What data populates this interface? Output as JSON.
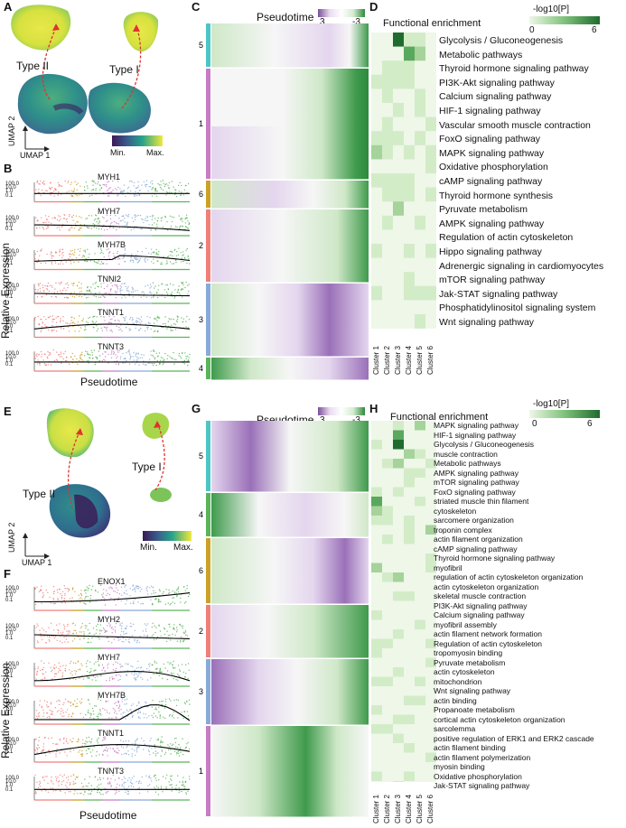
{
  "panel_labels": {
    "A": "A",
    "B": "B",
    "C": "C",
    "D": "D",
    "E": "E",
    "F": "F",
    "G": "G",
    "H": "H"
  },
  "umap": {
    "top": {
      "type_left": "Type II",
      "type_right": "Type I",
      "axis_y": "UMAP 2",
      "axis_x": "UMAP 1",
      "legend_min": "Min.",
      "legend_max": "Max."
    },
    "bottom": {
      "type_left": "Type II",
      "type_right": "Type I",
      "axis_y": "UMAP 2",
      "axis_x": "UMAP 1",
      "legend_min": "Min.",
      "legend_max": "Max."
    }
  },
  "expression": {
    "top": {
      "ylabel": "Relative Expression",
      "xlabel": "Pseudotime",
      "tick_labels": [
        "100.0",
        "10.0",
        "1.0",
        "0.1"
      ],
      "genes": [
        "MYH1",
        "MYH7",
        "MYH7B",
        "TNNI2",
        "TNNT1",
        "TNNT3"
      ]
    },
    "bottom": {
      "ylabel": "Relative Expression",
      "xlabel": "Pseudotime",
      "tick_labels": [
        "100.0",
        "10.0",
        "1.0",
        "0.1"
      ],
      "genes": [
        "ENOX1",
        "MYH2",
        "MYH7",
        "MYH7B",
        "TNNT1",
        "TNNT3"
      ]
    }
  },
  "heatmap": {
    "top": {
      "title": "Pseudotime",
      "legend_hi": "3",
      "legend_lo": "-3",
      "clusters": [
        "5",
        "1",
        "6",
        "2",
        "3",
        "4"
      ]
    },
    "bottom": {
      "title": "Pseudotime",
      "legend_hi": "3",
      "legend_lo": "-3",
      "clusters": [
        "5",
        "4",
        "6",
        "2",
        "3",
        "1"
      ]
    }
  },
  "enrichment": {
    "top": {
      "title": "Functional enrichment",
      "legend_title": "-log10[P]",
      "legend_min": "0",
      "legend_max": "6",
      "cluster_labels": [
        "Cluster 1",
        "Cluster 2",
        "Cluster 3",
        "Cluster 4",
        "Cluster 5",
        "Cluster 6"
      ],
      "pathways": [
        "Glycolysis / Gluconeogenesis",
        "Metabolic pathways",
        "Thyroid hormone signaling pathway",
        "PI3K-Akt signaling pathway",
        "Calcium signaling pathway",
        "HIF-1 signaling pathway",
        "Vascular smooth muscle contraction",
        "FoxO signaling pathway",
        "MAPK signaling pathway",
        "Oxidative phosphorylation",
        "cAMP signaling pathway",
        "Thyroid hormone synthesis",
        "Pyruvate metabolism",
        "AMPK signaling pathway",
        "Regulation of actin cytoskeleton",
        "Hippo signaling pathway",
        "Adrenergic signaling in cardiomyocytes",
        "mTOR signaling pathway",
        "Jak-STAT signaling pathway",
        "Phosphatidylinositol signaling system",
        "Wnt signaling pathway"
      ]
    },
    "bottom": {
      "title": "Functional enrichment",
      "legend_title": "-log10[P]",
      "legend_min": "0",
      "legend_max": "6",
      "cluster_labels": [
        "Cluster 1",
        "Cluster 2",
        "Cluster 3",
        "Cluster 4",
        "Cluster 5",
        "Cluster 6"
      ],
      "pathways": [
        "MAPK signaling pathway",
        "HIF-1 signaling pathway",
        "Glycolysis / Gluconeogenesis",
        "muscle contraction",
        "Metabolic pathways",
        "AMPK signaling pathway",
        "mTOR signaling pathway",
        "FoxO signaling pathway",
        "striated muscle thin filament",
        "cytoskeleton",
        "sarcomere organization",
        "troponin complex",
        "actin filament organization",
        "cAMP signaling pathway",
        "Thyroid hormone signaling pathway",
        "myofibril",
        "regulation of actin cytoskeleton organization",
        "actin cytoskeleton organization",
        "skeletal muscle contraction",
        "PI3K-Akt signaling pathway",
        "Calcium signaling pathway",
        "myofibril assembly",
        "actin filament network formation",
        "Regulation of actin cytoskeleton",
        "tropomyosin binding",
        "Pyruvate metabolism",
        "actin cytoskeleton",
        "mitochondrion",
        "Wnt signaling pathway",
        "actin binding",
        "Propanoate metabolism",
        "cortical actin cytoskeleton organization",
        "sarcolemma",
        "positive regulation of ERK1 and ERK2 cascade",
        "actin filament binding",
        "actin filament polymerization",
        "myosin binding",
        "Oxidative phosphorylation",
        "Jak-STAT signaling pathway"
      ]
    }
  },
  "colors": {
    "cluster_1": "#c77cc4",
    "cluster_2": "#f07f7a",
    "cluster_3": "#89a9d9",
    "cluster_4": "#5ab55a",
    "cluster_5": "#4ec5c5",
    "cluster_6": "#c9a227",
    "green_dark": "#1f6b2f",
    "green_light": "#e6f4de",
    "purple": "#8a5fa8"
  },
  "icons": {
    "trajectory_arrow": "dashed-red-arrow"
  }
}
